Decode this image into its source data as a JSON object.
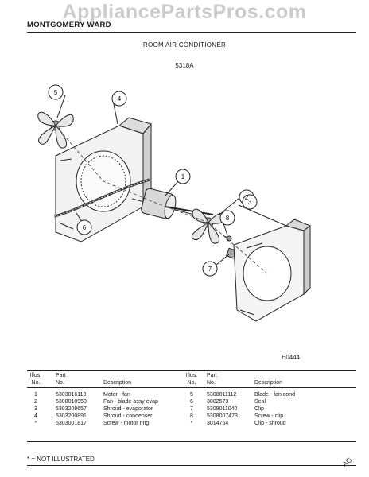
{
  "watermark": "AppliancePartsPros.com",
  "header": {
    "brand": "MONTGOMERY WARD",
    "title": "ROOM AIR CONDITIONER",
    "model": "5318A"
  },
  "diagram": {
    "callouts": [
      "1",
      "2",
      "3",
      "4",
      "5",
      "6",
      "7",
      "8"
    ],
    "code": "E0444"
  },
  "parts_table": {
    "headers": {
      "illus_line1": "Illus.",
      "illus_line2": "No.",
      "part_line1": "Part",
      "part_line2": "No.",
      "description": "Description"
    },
    "left": [
      {
        "no": "1",
        "part": "5303016110",
        "desc": "Motor - fan"
      },
      {
        "no": "2",
        "part": "5308010950",
        "desc": "Fan - blade assy evap"
      },
      {
        "no": "3",
        "part": "5303209657",
        "desc": "Shroud - evaporator"
      },
      {
        "no": "4",
        "part": "5303200891",
        "desc": "Shroud - condenser"
      },
      {
        "no": "*",
        "part": "5303001817",
        "desc": "Screw - motor mtg"
      }
    ],
    "right": [
      {
        "no": "5",
        "part": "5308011112",
        "desc": "Blade - fan cond"
      },
      {
        "no": "6",
        "part": "3002573",
        "desc": "Seal"
      },
      {
        "no": "7",
        "part": "5308011040",
        "desc": "Clip"
      },
      {
        "no": "8",
        "part": "5308007473",
        "desc": "Screw - clip"
      },
      {
        "no": "*",
        "part": "3014764",
        "desc": "Clip - shroud"
      }
    ]
  },
  "footnote": "* = NOT ILLUSTRATED",
  "corner_mark": "AG"
}
